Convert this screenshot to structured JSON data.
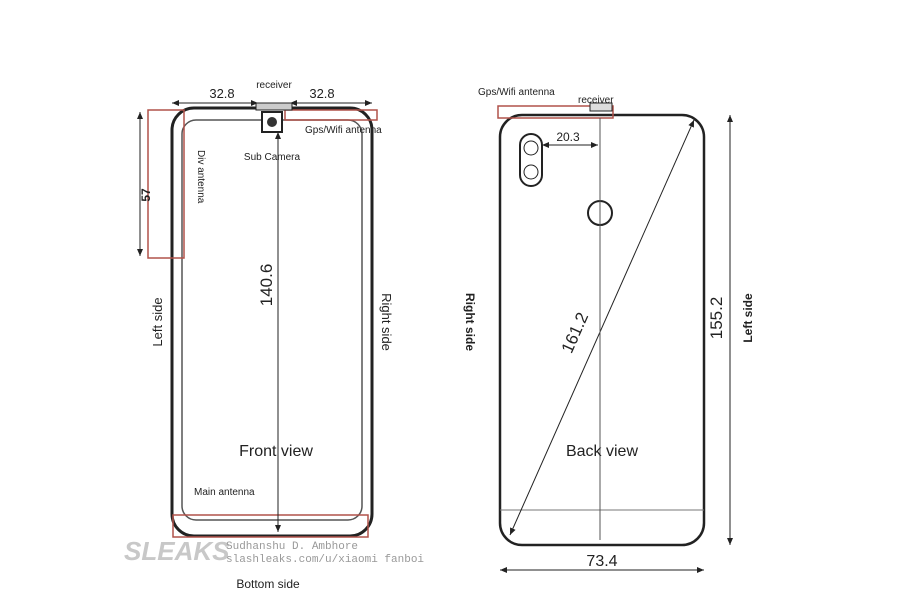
{
  "front": {
    "top_left_width": "32.8",
    "top_right_width": "32.8",
    "receiver": "receiver",
    "gps_wifi_antenna": "Gps/Wifi antenna",
    "sub_camera": "Sub Camera",
    "div_antenna": "Div antenna",
    "antenna_height": "57",
    "screen_height": "140.6",
    "left_side": "Left side",
    "right_side": "Right side",
    "title": "Front view",
    "main_antenna": "Main antenna",
    "bottom_side": "Bottom side"
  },
  "back": {
    "gps_wifi_antenna": "Gps/Wifi antenna",
    "receiver": "receiver",
    "camera_offset": "20.3",
    "right_side": "Right side",
    "diagonal": "161.2",
    "height": "155.2",
    "left_side": "Left side",
    "title": "Back view",
    "width": "73.4"
  },
  "watermark": {
    "logo": "SLEAKS",
    "author": "Sudhanshu D. Ambhore",
    "url": "slashleaks.com/u/xiaomi fanboi"
  },
  "colors": {
    "line": "#222222",
    "antenna": "#b0524a"
  }
}
